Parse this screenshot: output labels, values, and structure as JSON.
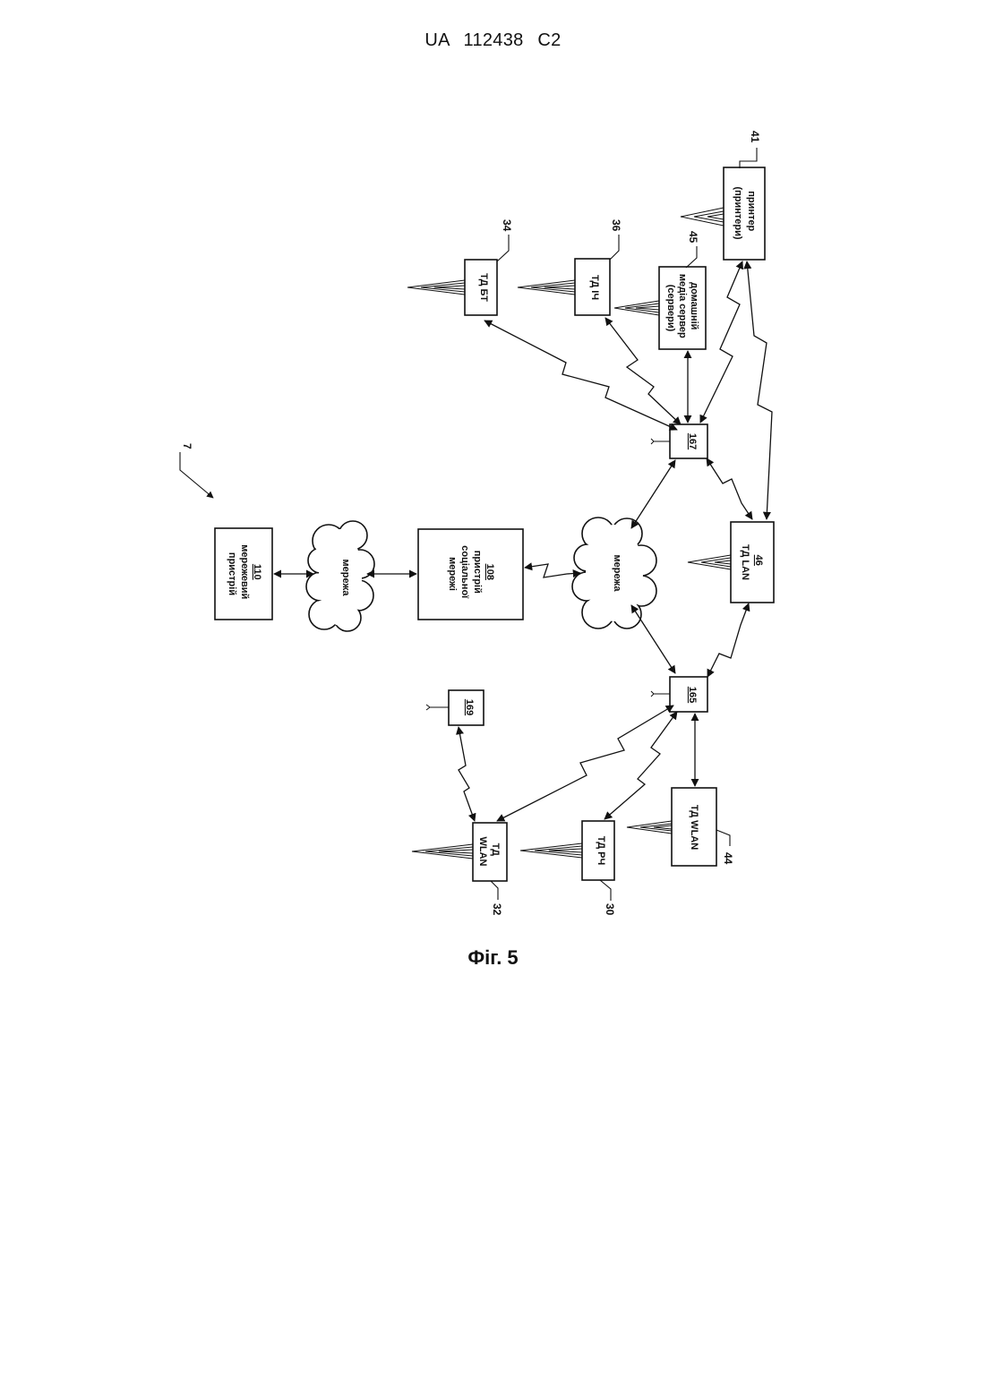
{
  "header": {
    "doc_id": "UA   112438   C2"
  },
  "figure": {
    "caption": "Фіг. 5",
    "ref_main": "7",
    "nodes": {
      "dev110": {
        "num": "110",
        "line1": "мережевий",
        "line2": "пристрій"
      },
      "net1": {
        "label": "мережа"
      },
      "dev108": {
        "num": "108",
        "line1": "пристрій",
        "line2": "соціальної",
        "line3": "мережі"
      },
      "net2": {
        "label": "мережа"
      },
      "dev169": {
        "num": "169"
      },
      "dev165": {
        "num": "165"
      },
      "dev167": {
        "num": "167"
      },
      "ap_bt": {
        "label": "ТД БТ",
        "ref": "34"
      },
      "ap_ir": {
        "label": "ТД ІЧ",
        "ref": "36"
      },
      "media": {
        "line1": "домашній",
        "line2": "медіа сервер",
        "line3": "(сервери)",
        "ref": "45"
      },
      "printer": {
        "line1": "принтер",
        "line2": "(принтери)",
        "ref": "41"
      },
      "lan46": {
        "num": "46",
        "line1": "ТД LAN"
      },
      "wlan32": {
        "line1": "ТД",
        "line2": "WLAN",
        "ref": "32"
      },
      "rf30": {
        "label": "ТД РЧ",
        "ref": "30"
      },
      "wlan44": {
        "label": "ТД WLAN",
        "ref": "44"
      }
    }
  },
  "colors": {
    "ink": "#111111",
    "paper": "#ffffff"
  }
}
